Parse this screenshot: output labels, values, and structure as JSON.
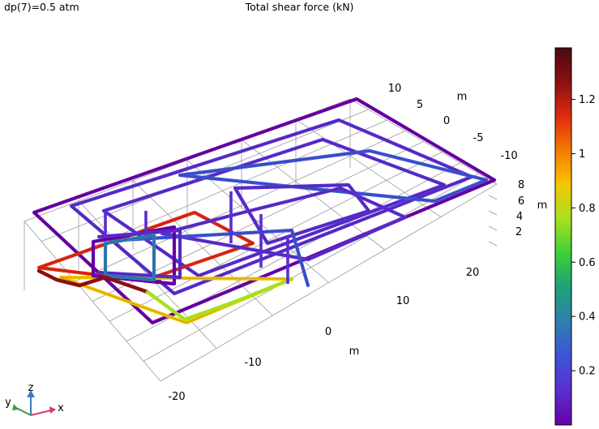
{
  "header": {
    "parameter": "dp(7)=0.5 atm",
    "title": "Total shear force (kN)"
  },
  "chart_data": {
    "type": "3d-line",
    "title": "Total shear force (kN)",
    "x_axis": {
      "label": "m",
      "ticks": [
        "-20",
        "-10",
        "0",
        "10",
        "20"
      ]
    },
    "y_axis": {
      "label": "m",
      "ticks": [
        "10",
        "5",
        "0",
        "-5",
        "-10"
      ]
    },
    "z_axis": {
      "label": "m",
      "ticks": [
        "8",
        "6",
        "4",
        "2"
      ]
    },
    "colorbar": {
      "ticks": [
        "1.2",
        "1",
        "0.8",
        "0.6",
        "0.4",
        "0.2"
      ],
      "tick_values": [
        1.2,
        1.0,
        0.8,
        0.6,
        0.4,
        0.2
      ],
      "range": [
        0.0,
        1.39
      ],
      "colormap": [
        "#6a00a8",
        "#5a2ed0",
        "#3e54d6",
        "#2e7fb0",
        "#1ea078",
        "#3ccf3a",
        "#a6e01e",
        "#f5c600",
        "#f57c00",
        "#e02a10",
        "#8c1010",
        "#4a0a12"
      ]
    },
    "axis_triad": [
      "x",
      "y",
      "z"
    ]
  }
}
